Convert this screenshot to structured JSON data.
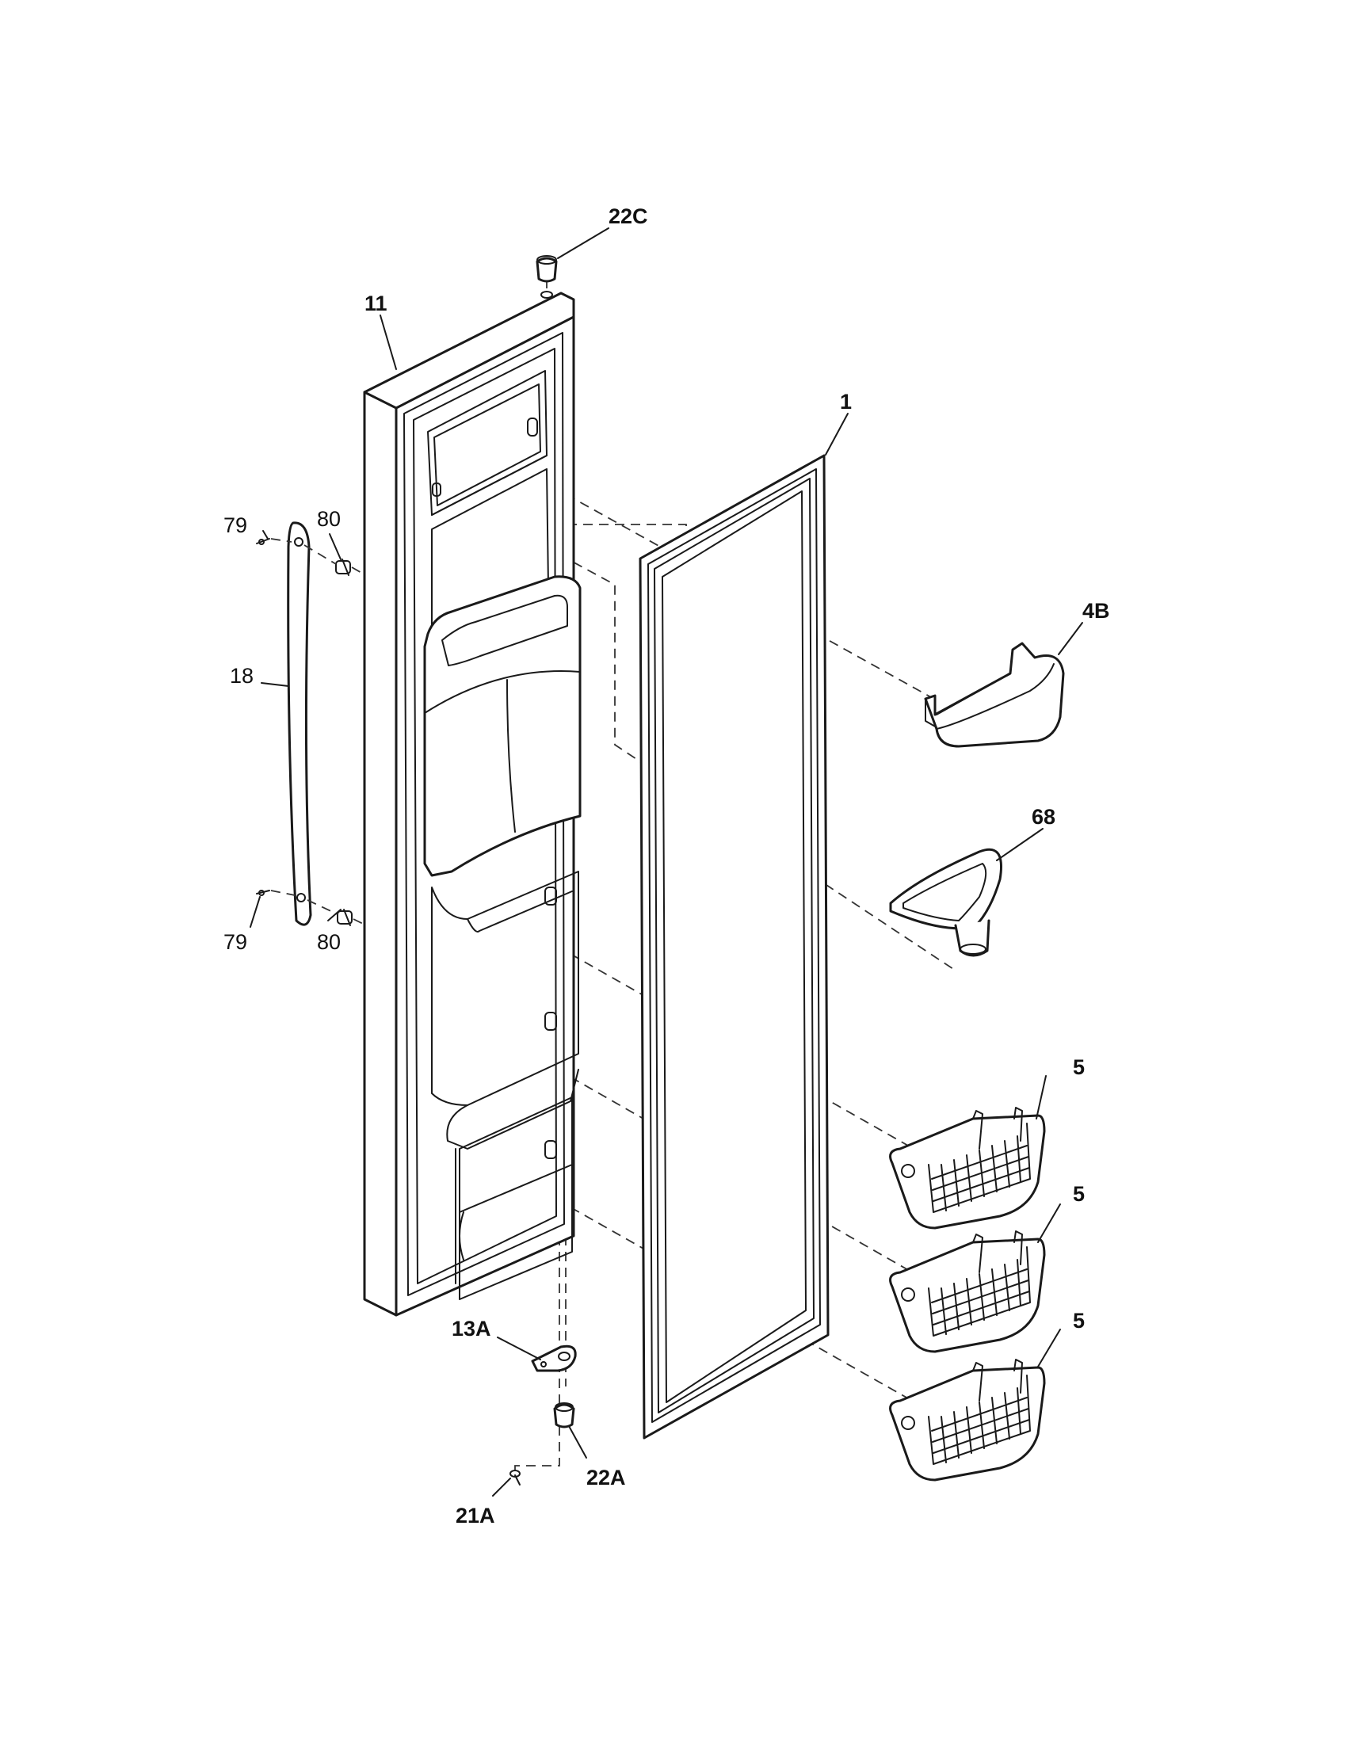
{
  "callouts": {
    "c22C": "22C",
    "c11": "11",
    "c1": "1",
    "c79_top": "79",
    "c80_top": "80",
    "c18": "18",
    "c79_bot": "79",
    "c80_bot": "80",
    "c4B": "4B",
    "c68": "68",
    "c5_a": "5",
    "c5_b": "5",
    "c5_c": "5",
    "c13A": "13A",
    "c22A": "22A",
    "c21A": "21A"
  }
}
